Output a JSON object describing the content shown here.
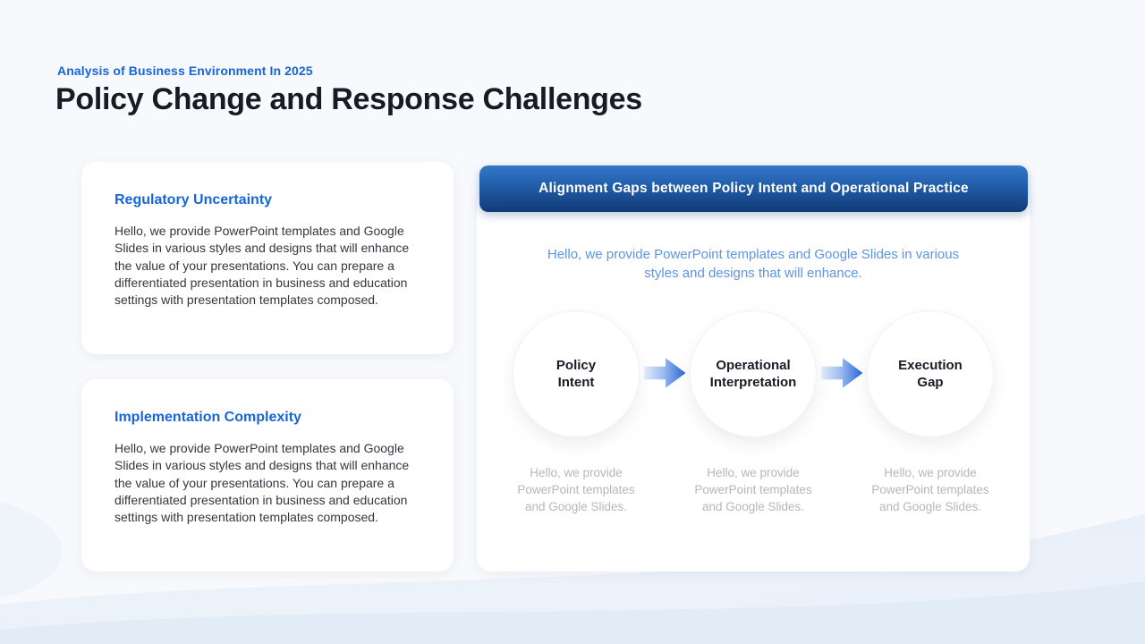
{
  "slide": {
    "eyebrow": "Analysis of Business Environment In 2025",
    "title": "Policy Change and Response Challenges"
  },
  "left_cards": [
    {
      "heading": "Regulatory Uncertainty",
      "body": "Hello, we provide PowerPoint templates and Google Slides in various styles and designs that will enhance the value of your presentations. You can prepare a differentiated presentation in business and education settings with presentation templates composed."
    },
    {
      "heading": "Implementation Complexity",
      "body": "Hello, we provide PowerPoint templates and Google Slides in various styles and designs that will enhance the value of your presentations. You can prepare a differentiated presentation in business and education settings with presentation templates composed."
    }
  ],
  "right_panel": {
    "banner": "Alignment Gaps between Policy Intent and Operational Practice",
    "subtitle": "Hello, we provide PowerPoint templates and Google Slides in various styles and designs that will enhance.",
    "steps": [
      {
        "label": "Policy Intent",
        "label_lines": [
          "Policy",
          "Intent"
        ],
        "caption": "Hello, we provide PowerPoint templates and Google Slides."
      },
      {
        "label": "Operational Interpretation",
        "label_lines": [
          "Operational",
          "Interpretation"
        ],
        "caption": "Hello, we provide PowerPoint templates and Google Slides."
      },
      {
        "label": "Execution Gap",
        "label_lines": [
          "Execution",
          "Gap"
        ],
        "caption": "Hello, we provide PowerPoint templates and Google Slides."
      }
    ]
  },
  "colors": {
    "accent_blue": "#1766d9",
    "banner_gradient_top": "#3478c7",
    "banner_gradient_bottom": "#123a76",
    "subtitle_blue": "#5e95e2",
    "title_dark": "#171b24",
    "body_text": "#33373e",
    "caption_gray": "#b4b7bb",
    "arrow_blue": "#2563d6",
    "background": "#f7f9fc"
  }
}
